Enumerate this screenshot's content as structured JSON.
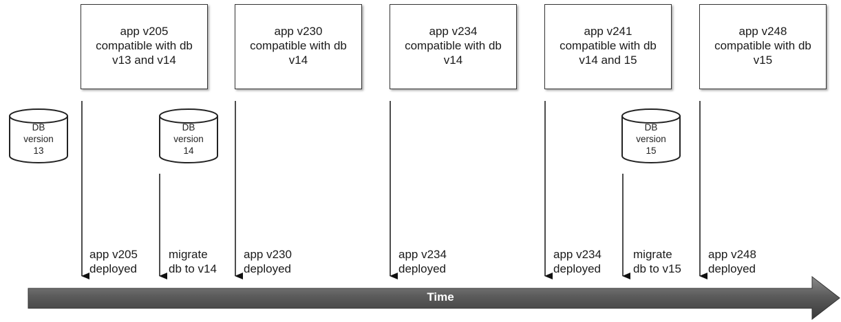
{
  "boxes": [
    {
      "text": "app v205\ncompatible with db\nv13 and v14"
    },
    {
      "text": "app v230\ncompatible with db\nv14"
    },
    {
      "text": "app v234\ncompatible with db\nv14"
    },
    {
      "text": "app v241\ncompatible with db\nv14 and 15"
    },
    {
      "text": "app v248\ncompatible with db\nv15"
    }
  ],
  "databases": [
    {
      "text": "DB\nversion\n13"
    },
    {
      "text": "DB\nversion\n14"
    },
    {
      "text": "DB\nversion\n15"
    }
  ],
  "events": [
    {
      "text": "app v205\ndeployed"
    },
    {
      "text": "migrate\ndb to v14"
    },
    {
      "text": "app v230\ndeployed"
    },
    {
      "text": "app v234\ndeployed"
    },
    {
      "text": "app v234\ndeployed"
    },
    {
      "text": "migrate\ndb to v15"
    },
    {
      "text": "app v248\ndeployed"
    }
  ],
  "timeline": {
    "label": "Time"
  }
}
